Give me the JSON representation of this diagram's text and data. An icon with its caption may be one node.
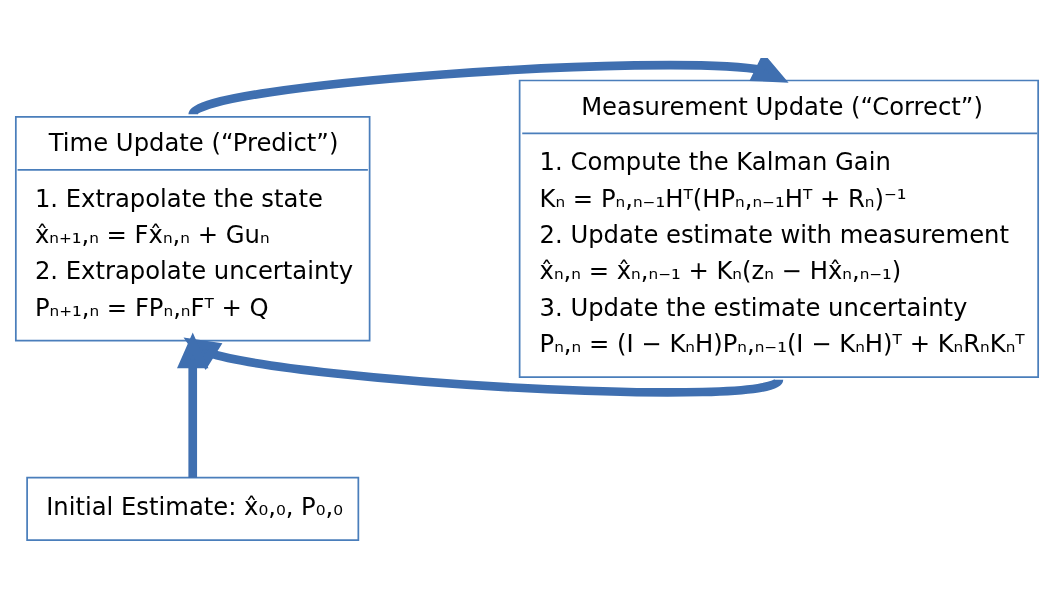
{
  "diagram": {
    "nodes": [
      {
        "text": [
          "Time Update (“Predict”)",
          "1. Extrapolate the state",
          "x̂ₙ₊₁,ₙ = Fx̂ₙ,ₙ + Guₙ",
          "2. Extrapolate uncertainty",
          "Pₙ₊₁,ₙ = FPₙ,ₙFᵀ + Q"
        ]
      },
      {
        "text": [
          "Measurement Update (“Correct”)",
          "1. Compute the Kalman Gain",
          "Kₙ = Pₙ,ₙ₋₁Hᵀ(HPₙ,ₙ₋₁Hᵀ + Rₙ)⁻¹",
          "2. Update estimate with measurement",
          "x̂ₙ,ₙ = x̂ₙ,ₙ₋₁ + Kₙ(zₙ − Hx̂ₙ,ₙ₋₁)",
          "3. Update the estimate uncertainty",
          "Pₙ,ₙ = (I − KₙH)Pₙ,ₙ₋₁(I − KₙH)ᵀ + KₙRₙKₙᵀ"
        ]
      },
      {
        "text": [
          "Initial Estimate: x̂₀,₀, P₀,₀"
        ]
      }
    ],
    "edges": [
      {
        "from": 0,
        "to": 1,
        "arrow": "to"
      },
      {
        "from": 1,
        "to": 0,
        "arrow": "to"
      },
      {
        "from": 2,
        "to": 0,
        "arrow": "to"
      }
    ]
  }
}
